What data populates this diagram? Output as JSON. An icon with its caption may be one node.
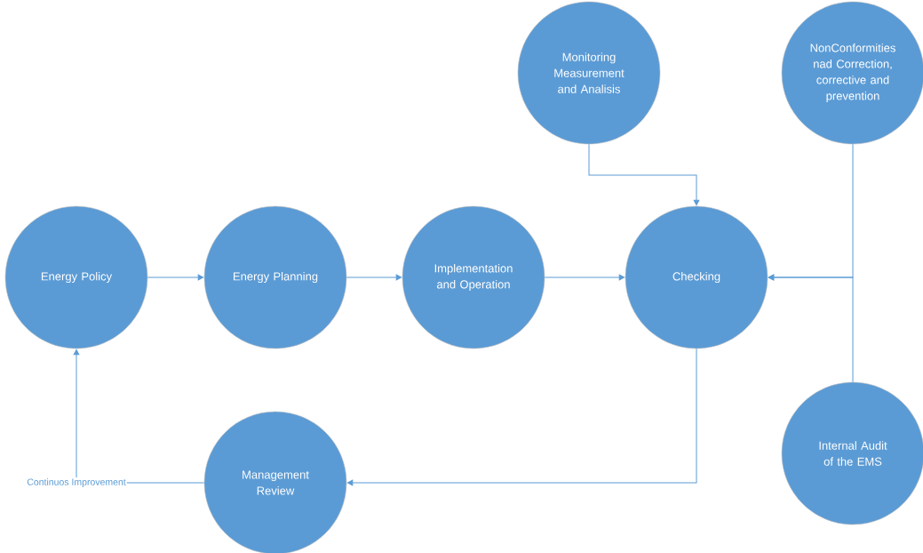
{
  "diagram": {
    "nodes": [
      {
        "text": [
          "Energy Policy"
        ]
      },
      {
        "text": [
          "Energy Planning"
        ]
      },
      {
        "text": [
          "Implementation and Operation"
        ]
      },
      {
        "text": [
          "Checking"
        ]
      },
      {
        "text": [
          "Monitoring Measurement and Analisis"
        ]
      },
      {
        "text": [
          "NonConformities nad Correction, corrective and prevention"
        ]
      },
      {
        "text": [
          "Internal Audit of the EMS"
        ]
      },
      {
        "text": [
          "Management Review"
        ]
      }
    ],
    "edges": [
      {
        "from": 0,
        "to": 1,
        "arrow": "to"
      },
      {
        "from": 1,
        "to": 2,
        "arrow": "to"
      },
      {
        "from": 2,
        "to": 3,
        "arrow": "to"
      },
      {
        "from": 4,
        "to": 3,
        "arrow": "to"
      },
      {
        "from": 5,
        "to": 3,
        "arrow": "to"
      },
      {
        "from": 6,
        "to": 3,
        "arrow": "to"
      },
      {
        "from": 3,
        "to": 7,
        "arrow": "to"
      },
      {
        "from": 7,
        "to": 0,
        "arrow": "to",
        "label": "Continuos Improvement"
      }
    ]
  }
}
